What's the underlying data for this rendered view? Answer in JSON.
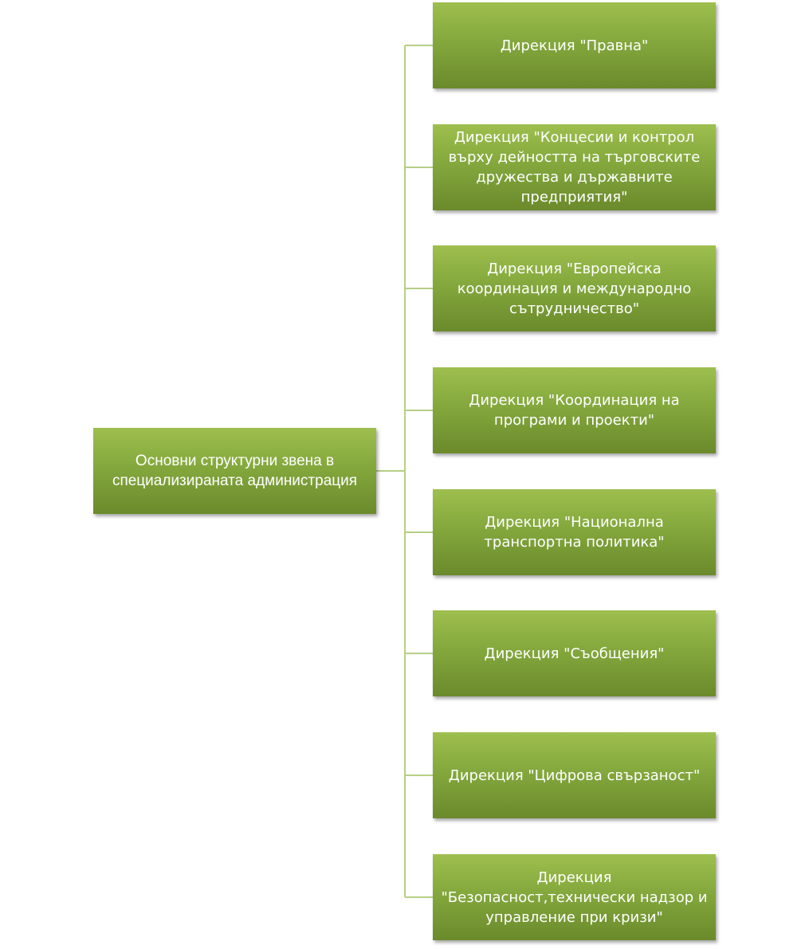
{
  "diagram": {
    "root": {
      "label": "Основни структурни звена в специализираната администрация"
    },
    "children": [
      {
        "label": "Дирекция \"Правна\""
      },
      {
        "label": "Дирекция \"Концесии и контрол върху дейността на търговските дружества и държавните предприятия\""
      },
      {
        "label": "Дирекция \"Европейска координация и международно сътрудничество\""
      },
      {
        "label": "Дирекция \"Координация на програми и проекти\""
      },
      {
        "label": "Дирекция \"Национална транспортна политика\""
      },
      {
        "label": "Дирекция \"Съобщения\""
      },
      {
        "label": "Дирекция \"Цифрова свързаност\""
      },
      {
        "label": "Дирекция \"Безопасност,технически надзор и управление при кризи\""
      }
    ],
    "colors": {
      "node_fill": "#84a83d",
      "connector": "#b6cf85",
      "text": "#ffffff"
    }
  }
}
